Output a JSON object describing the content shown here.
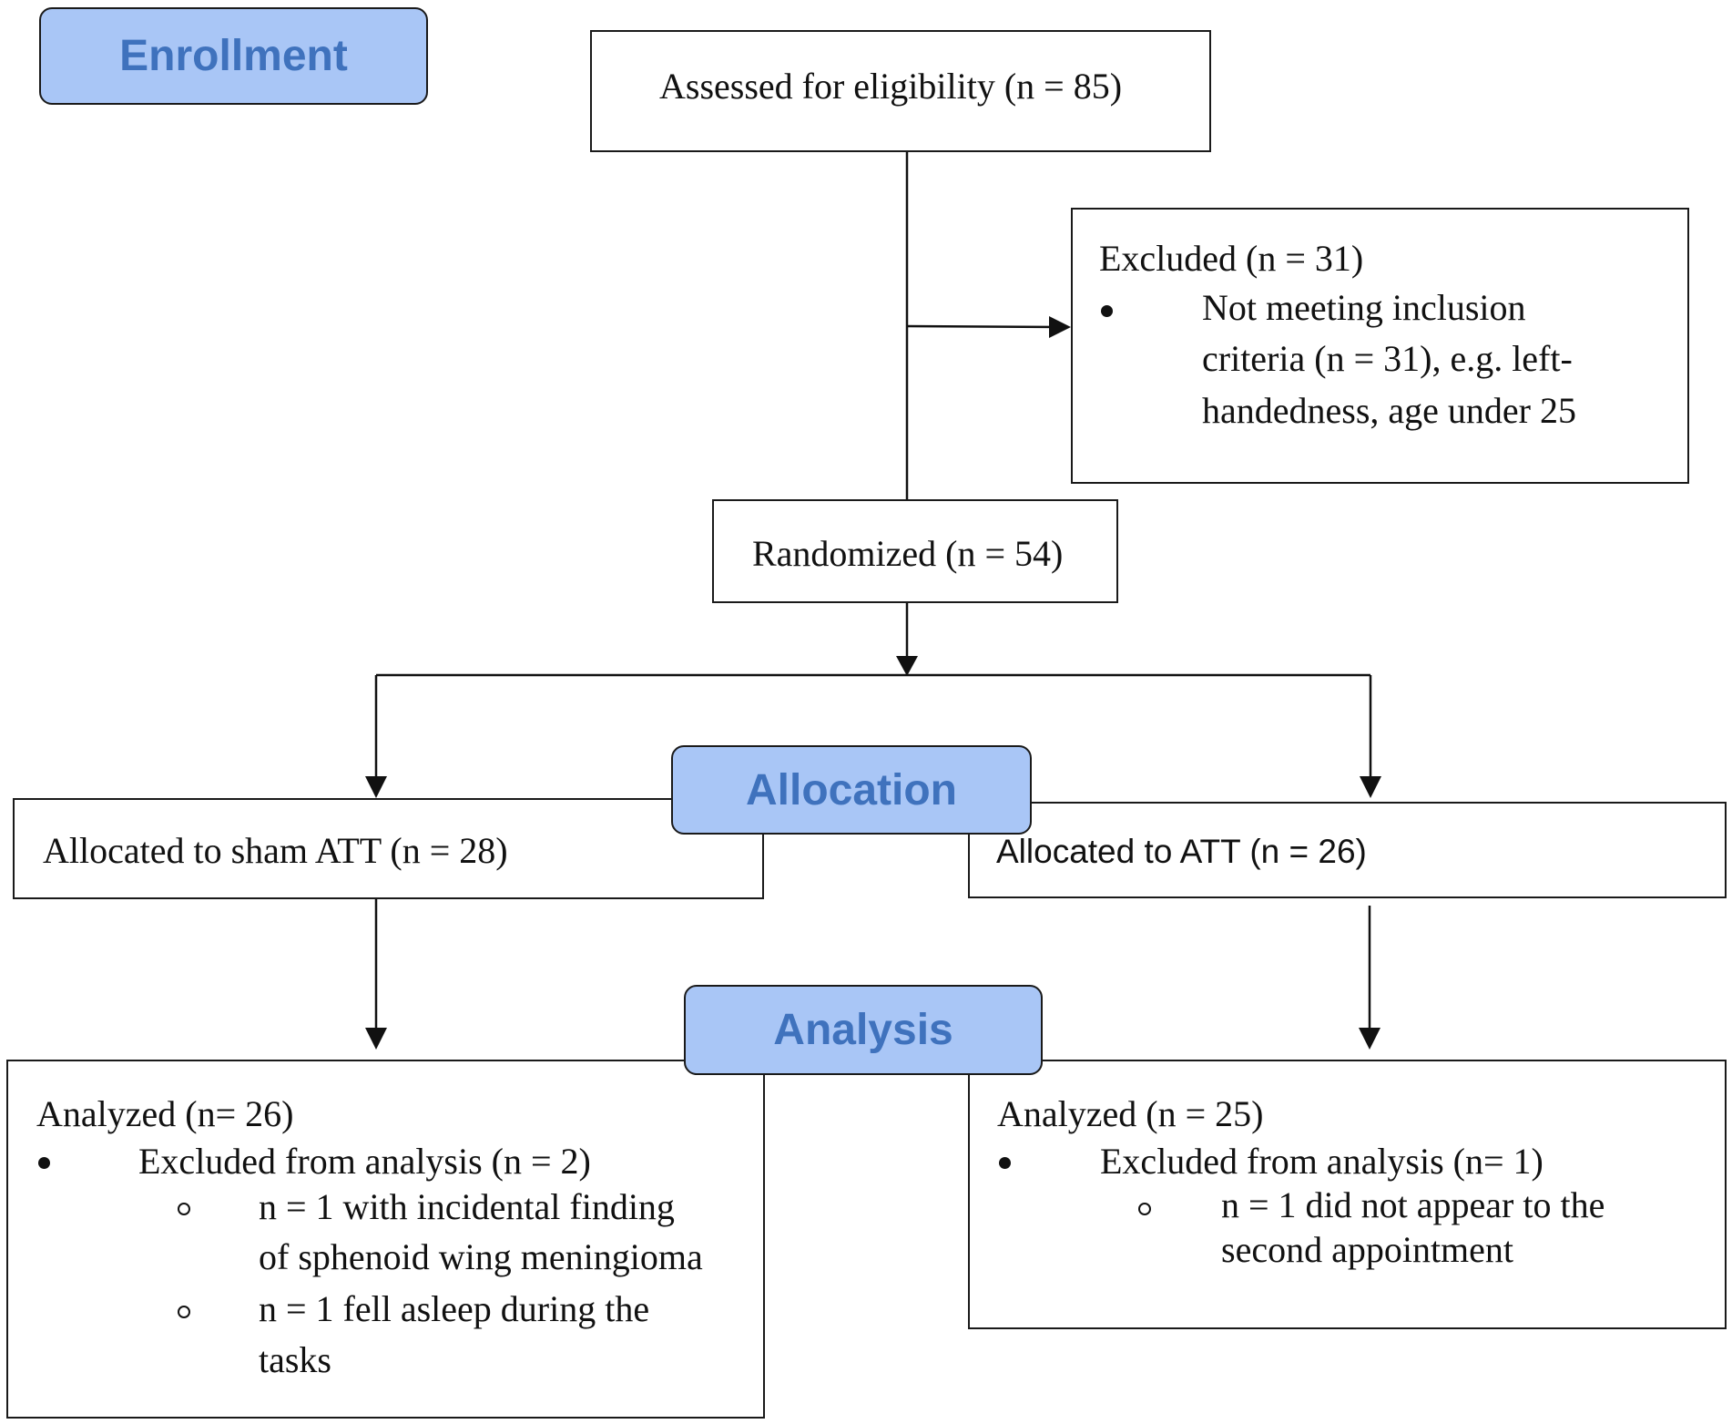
{
  "stages": {
    "enrollment": "Enrollment",
    "allocation": "Allocation",
    "analysis": "Analysis"
  },
  "assessed": "Assessed for eligibility (n = 85)",
  "excluded": {
    "title": "Excluded  (n = 31)",
    "line1": "Not meeting inclusion",
    "line2": "criteria (n = 31), e.g. left-",
    "line3": "handedness, age under 25"
  },
  "randomized": "Randomized (n = 54)",
  "allocated_sham": "Allocated to sham ATT (n = 28)",
  "allocated_att": "Allocated to ATT (n = 26)",
  "analyzed_sham": {
    "title": "Analyzed  (n= 26)",
    "excluded": "Excluded from analysis (n = 2)",
    "sub1_line1": "n = 1 with incidental finding",
    "sub1_line2": "of sphenoid wing meningioma",
    "sub2_line1": "n = 1 fell asleep during the",
    "sub2_line2": "tasks"
  },
  "analyzed_att": {
    "title": "Analyzed  (n = 25)",
    "excluded": "Excluded from analysis (n= 1)",
    "sub1_line1": "n = 1 did not appear to the",
    "sub1_line2": "second appointment"
  }
}
